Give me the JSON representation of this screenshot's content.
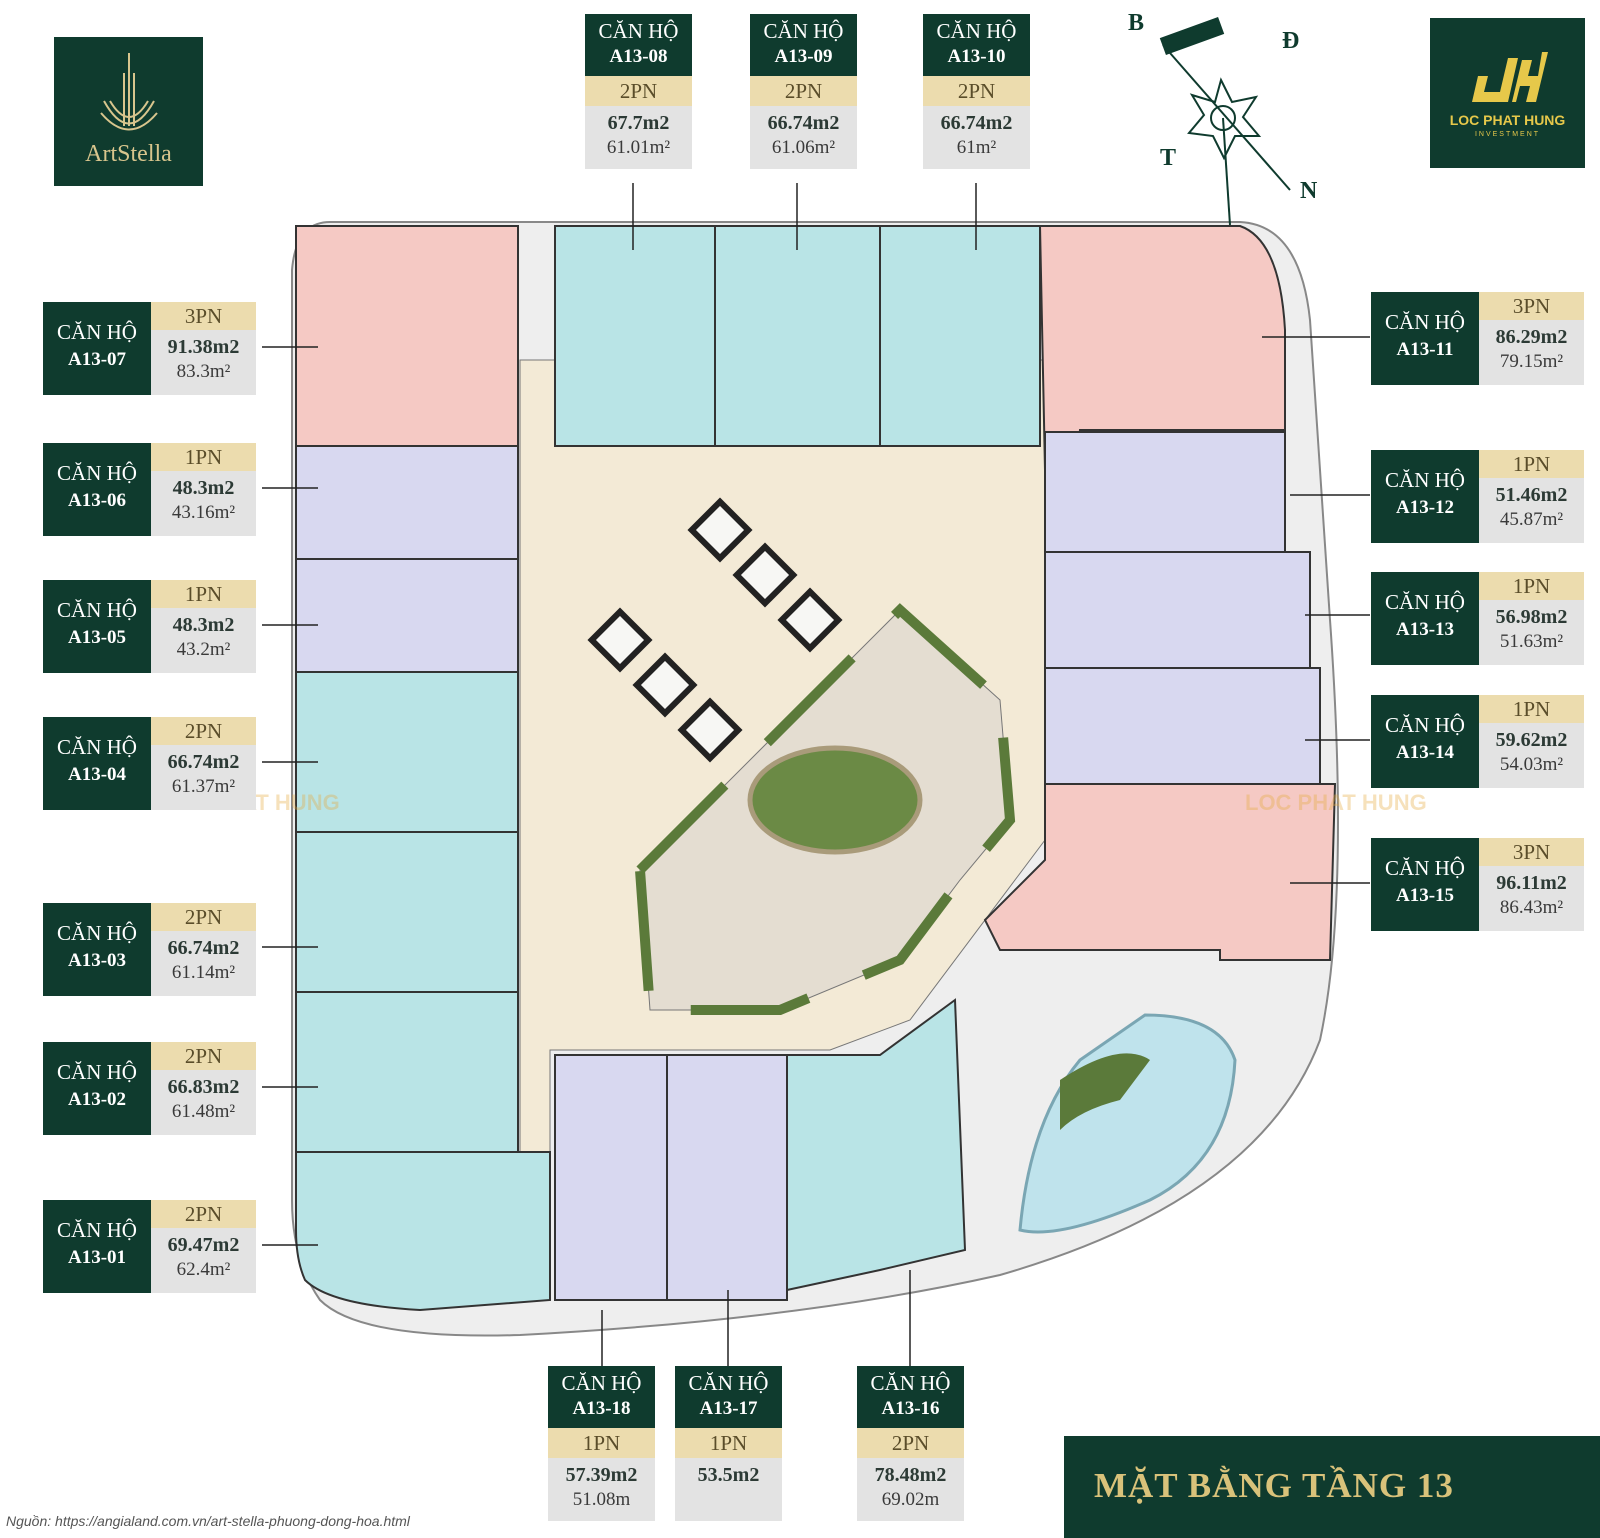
{
  "brand": {
    "project_logo": "ArtStella",
    "developer_logo": "LOC PHAT HUNG",
    "developer_sub": "INVESTMENT"
  },
  "compass": {
    "north": "B",
    "east": "Đ",
    "west": "T",
    "south": "N"
  },
  "title": "MẶT BẰNG TẦNG 13",
  "source": "Nguồn: https://angialand.com.vn/art-stella-phuong-dong-hoa.html",
  "watermark": "LOC PHAT HUNG",
  "colors": {
    "brand_green": "#0f3b2e",
    "gold": "#ecdcae",
    "unit_3pn": "#f5c9c4",
    "unit_2pn": "#b9e4e6",
    "unit_1pn": "#d8d8f0",
    "corridor": "#f3ead6",
    "garden": "#5b7a3a"
  },
  "units": [
    {
      "label": "CĂN HỘ",
      "code": "A13-01",
      "type": "2PN",
      "area1": "69.47m2",
      "area2": "62.4m²"
    },
    {
      "label": "CĂN HỘ",
      "code": "A13-02",
      "type": "2PN",
      "area1": "66.83m2",
      "area2": "61.48m²"
    },
    {
      "label": "CĂN HỘ",
      "code": "A13-03",
      "type": "2PN",
      "area1": "66.74m2",
      "area2": "61.14m²"
    },
    {
      "label": "CĂN HỘ",
      "code": "A13-04",
      "type": "2PN",
      "area1": "66.74m2",
      "area2": "61.37m²"
    },
    {
      "label": "CĂN HỘ",
      "code": "A13-05",
      "type": "1PN",
      "area1": "48.3m2",
      "area2": "43.2m²"
    },
    {
      "label": "CĂN HỘ",
      "code": "A13-06",
      "type": "1PN",
      "area1": "48.3m2",
      "area2": "43.16m²"
    },
    {
      "label": "CĂN HỘ",
      "code": "A13-07",
      "type": "3PN",
      "area1": "91.38m2",
      "area2": "83.3m²"
    },
    {
      "label": "CĂN HỘ",
      "code": "A13-08",
      "type": "2PN",
      "area1": "67.7m2",
      "area2": "61.01m²"
    },
    {
      "label": "CĂN HỘ",
      "code": "A13-09",
      "type": "2PN",
      "area1": "66.74m2",
      "area2": "61.06m²"
    },
    {
      "label": "CĂN HỘ",
      "code": "A13-10",
      "type": "2PN",
      "area1": "66.74m2",
      "area2": "61m²"
    },
    {
      "label": "CĂN HỘ",
      "code": "A13-11",
      "type": "3PN",
      "area1": "86.29m2",
      "area2": "79.15m²"
    },
    {
      "label": "CĂN HỘ",
      "code": "A13-12",
      "type": "1PN",
      "area1": "51.46m2",
      "area2": "45.87m²"
    },
    {
      "label": "CĂN HỘ",
      "code": "A13-13",
      "type": "1PN",
      "area1": "56.98m2",
      "area2": "51.63m²"
    },
    {
      "label": "CĂN HỘ",
      "code": "A13-14",
      "type": "1PN",
      "area1": "59.62m2",
      "area2": "54.03m²"
    },
    {
      "label": "CĂN HỘ",
      "code": "A13-15",
      "type": "3PN",
      "area1": "96.11m2",
      "area2": "86.43m²"
    },
    {
      "label": "CĂN HỘ",
      "code": "A13-16",
      "type": "2PN",
      "area1": "78.48m2",
      "area2": "69.02m"
    },
    {
      "label": "CĂN HỘ",
      "code": "A13-17",
      "type": "1PN",
      "area1": "53.5m2",
      "area2": ""
    },
    {
      "label": "CĂN HỘ",
      "code": "A13-18",
      "type": "1PN",
      "area1": "57.39m2",
      "area2": "51.08m"
    }
  ]
}
